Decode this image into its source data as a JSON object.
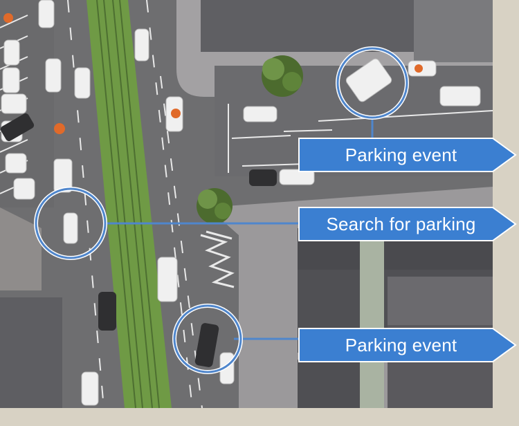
{
  "labels": {
    "parking_event_top": "Parking event",
    "search_for_parking": "Search for parking",
    "parking_event_bottom": "Parking event"
  },
  "colors": {
    "label_fill": "#3b7fd1",
    "callout_ring": "#4f86cc",
    "road": "#6e6e70",
    "median": "#6f9a45",
    "frame": "#d8d2c4"
  }
}
